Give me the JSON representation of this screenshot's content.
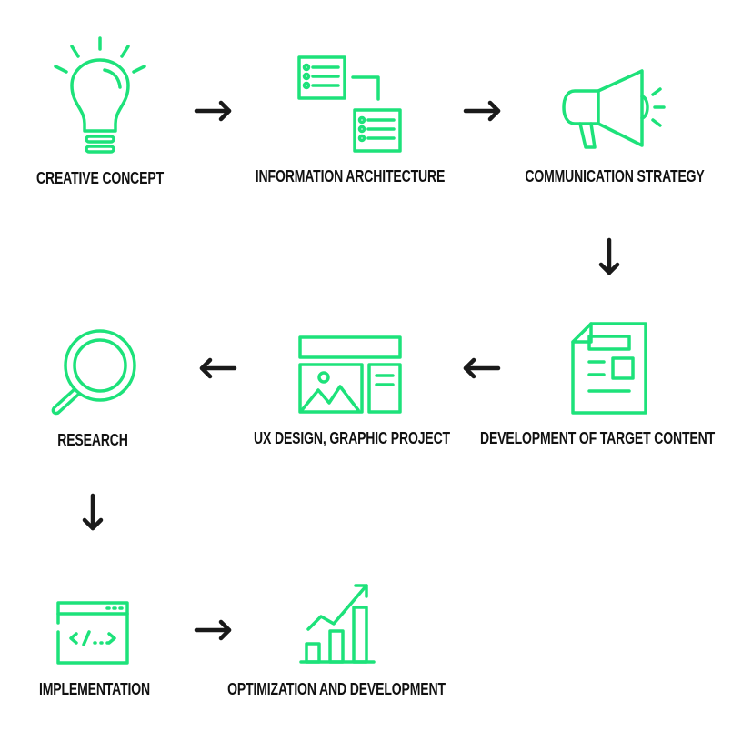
{
  "accent_color": "#1de27a",
  "arrow_color": "#1a1a1a",
  "steps": [
    {
      "label": "CREATIVE CONCEPT",
      "icon": "lightbulb-icon"
    },
    {
      "label": "INFORMATION ARCHITECTURE",
      "icon": "sitemap-icon"
    },
    {
      "label": "COMMUNICATION STRATEGY",
      "icon": "megaphone-icon"
    },
    {
      "label": "DEVELOPMENT OF TARGET CONTENT",
      "icon": "document-icon"
    },
    {
      "label": "UX DESIGN, GRAPHIC PROJECT",
      "icon": "layout-icon"
    },
    {
      "label": "RESEARCH",
      "icon": "magnifier-icon"
    },
    {
      "label": "IMPLEMENTATION",
      "icon": "code-window-icon"
    },
    {
      "label": "OPTIMIZATION AND DEVELOPMENT",
      "icon": "growth-chart-icon"
    }
  ]
}
